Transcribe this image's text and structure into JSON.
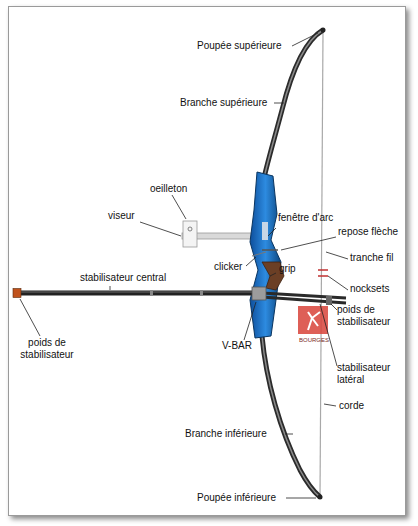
{
  "diagram": {
    "labels": [
      "Poupée supérieure",
      "Branche supérieure",
      "oeilleton",
      "fenêtre d'arc",
      "viseur",
      "repose flèche",
      "clicker",
      "grip",
      "tranche fil",
      "stabilisateur central",
      "nocksets",
      "poids de stabilisateur",
      "poids de stabilisateur",
      "V-BAR",
      "stabilisateur latéral",
      "corde",
      "Branche inférieure",
      "Poupée inférieure",
      "BOURGES"
    ]
  }
}
